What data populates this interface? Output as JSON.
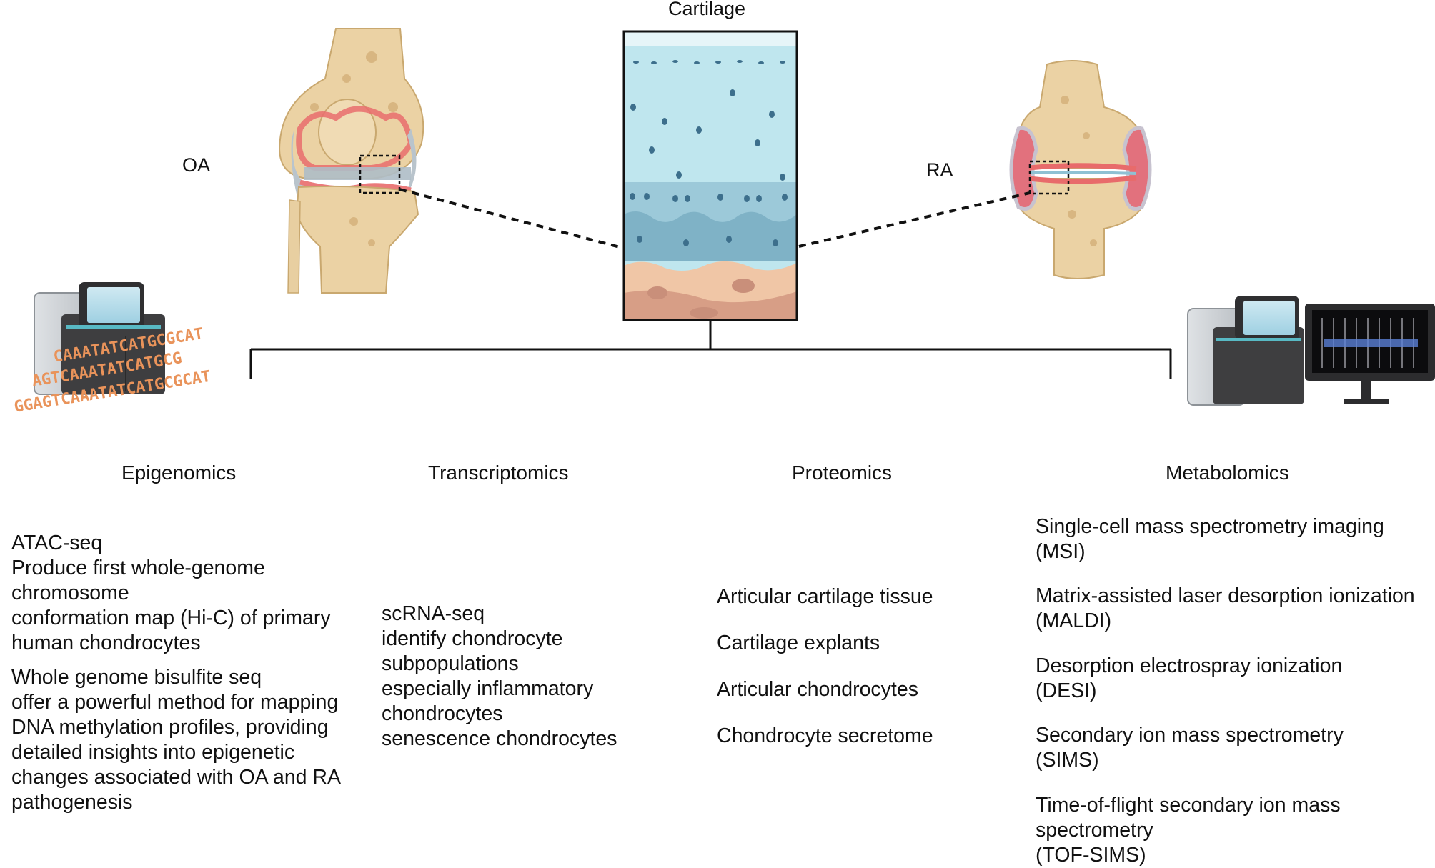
{
  "figure": {
    "cartilage_title": "Cartilage",
    "oa_label": "OA",
    "ra_label": "RA",
    "dna_lines": [
      "CAAATATCATGCGCAT",
      "AGTCAAATATCATGCG",
      "GGAGTCAAATATCATGCGCAT"
    ]
  },
  "columns": {
    "epigenomics": {
      "heading": "Epigenomics",
      "lines_a": [
        "ATAC-seq",
        "Produce first whole-genome",
        "chromosome",
        "conformation map (Hi-C) of primary",
        "human chondrocytes"
      ],
      "lines_b": [
        "Whole genome bisulfite seq",
        "offer a powerful method for mapping",
        "DNA methylation profiles, providing",
        "detailed insights into epigenetic",
        "changes associated with OA and RA",
        "pathogenesis"
      ]
    },
    "transcriptomics": {
      "heading": "Transcriptomics",
      "lines": [
        "scRNA-seq",
        "identify chondrocyte",
        "subpopulations",
        "especially inflammatory",
        "chondrocytes",
        "senescence chondrocytes"
      ]
    },
    "proteomics": {
      "heading": "Proteomics",
      "items": [
        "Articular cartilage tissue",
        "Cartilage explants",
        "Articular chondrocytes",
        "Chondrocyte secretome"
      ]
    },
    "metabolomics": {
      "heading": "Metabolomics",
      "items": [
        {
          "l1": "Single-cell mass spectrometry imaging",
          "l2": "(MSI)"
        },
        {
          "l1": "Matrix-assisted laser desorption ionization",
          "l2": "(MALDI)"
        },
        {
          "l1": "Desorption electrospray ionization",
          "l2": "(DESI)"
        },
        {
          "l1": "Secondary ion mass spectrometry",
          "l2": "(SIMS)"
        },
        {
          "l1": "Time-of-flight secondary ion mass",
          "l2": "spectrometry",
          "l3": "(TOF-SIMS)"
        }
      ]
    }
  },
  "colors": {
    "bone": "#e9cfa0",
    "bone_dark": "#d4b27a",
    "cartilage_light": "#bfe6ee",
    "cartilage_deep": "#8fbfd1",
    "subchondral": "#ebb996",
    "inflamed": "#e86b6b",
    "dna": "#e9935a",
    "device": "#3c3c3c"
  }
}
